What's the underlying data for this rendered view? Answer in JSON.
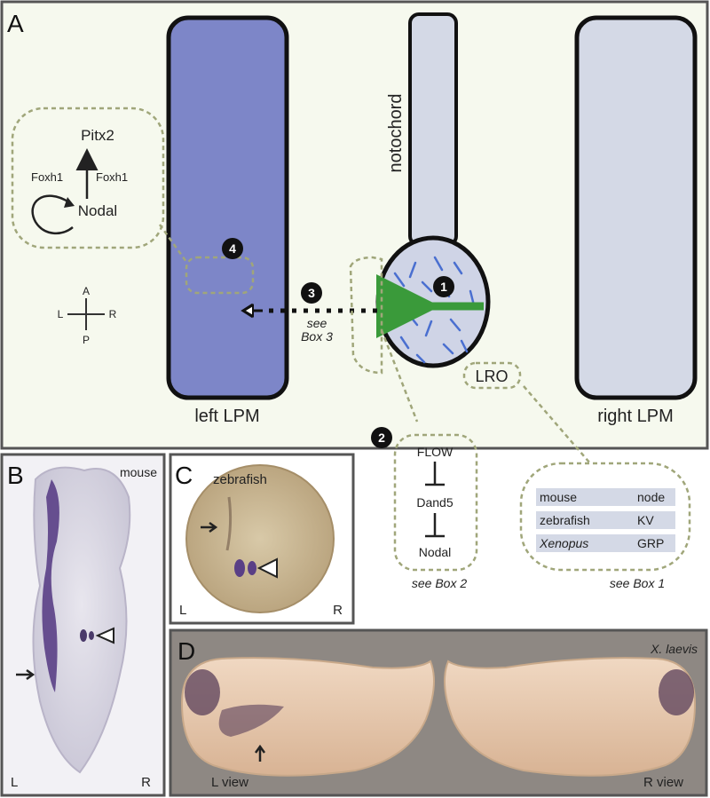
{
  "panel_a": {
    "letter": "A",
    "notochord": "notochord",
    "left_lpm": "left LPM",
    "right_lpm": "right LPM",
    "lro": "LRO",
    "axes": {
      "a": "A",
      "p": "P",
      "l": "L",
      "r": "R"
    },
    "steps": {
      "one": "1",
      "two": "2",
      "three": "3",
      "four": "4"
    },
    "circuit": {
      "pitx2": "Pitx2",
      "nodal": "Nodal",
      "foxh1_left": "Foxh1",
      "foxh1_right": "Foxh1"
    },
    "box3_see": "see",
    "box3_ref": "Box 3",
    "cascade": {
      "flow": "FLOW",
      "dand5": "Dand5",
      "nodal": "Nodal",
      "see": "see Box 2"
    },
    "lro_table": {
      "rows": [
        {
          "species": "mouse",
          "organ": "node"
        },
        {
          "species": "zebrafish",
          "organ": "KV"
        },
        {
          "species": "Xenopus",
          "organ": "GRP"
        }
      ],
      "see": "see Box 1"
    },
    "colors": {
      "left_lpm": "#7d86c8",
      "gray_fill": "#d4d9e6",
      "panel_bg": "#f6f9ee",
      "arrow": "#3a9a3a",
      "dash": "#a0a67a",
      "cilia": "#4a6fd0"
    }
  },
  "panel_b": {
    "letter": "B",
    "species": "mouse",
    "left": "L",
    "right": "R"
  },
  "panel_c": {
    "letter": "C",
    "species": "zebrafish",
    "left": "L",
    "right": "R"
  },
  "panel_d": {
    "letter": "D",
    "species": "X. laevis",
    "left_view": "L view",
    "right_view": "R view"
  }
}
